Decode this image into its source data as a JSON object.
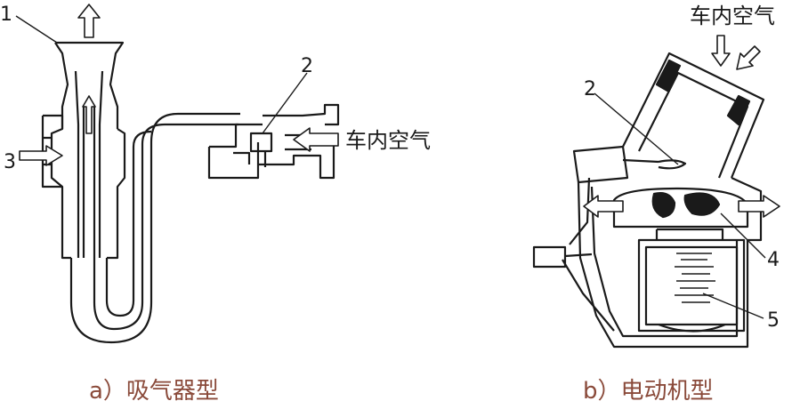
{
  "diagram_a": {
    "caption": "a）吸气器型",
    "labels": {
      "n1": "1",
      "n2": "2",
      "n3": "3"
    },
    "air_label": "车内空气"
  },
  "diagram_b": {
    "caption": "b）电动机型",
    "labels": {
      "n2": "2",
      "n4": "4",
      "n5": "5"
    },
    "air_label": "车内空气"
  },
  "colors": {
    "line": "#1a1a1a",
    "caption": "#8a4a3a",
    "background": "#ffffff"
  }
}
